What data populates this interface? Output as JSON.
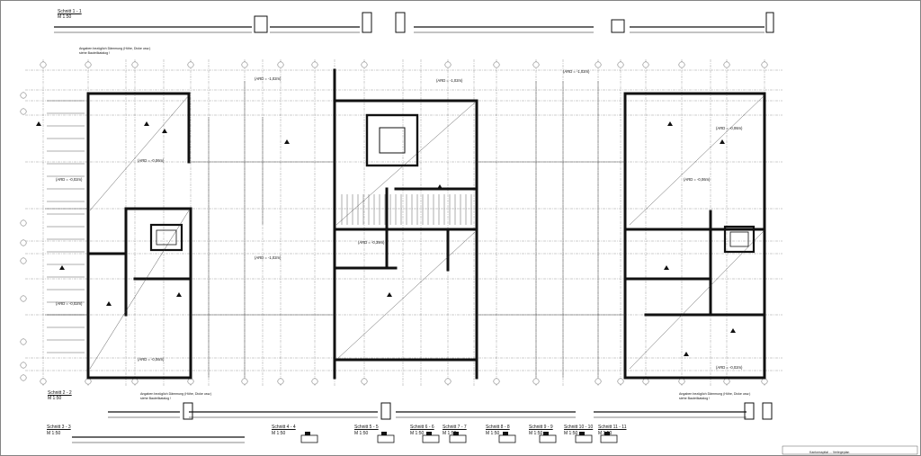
{
  "sections": {
    "s1": {
      "title": "Schnitt 1 - 1",
      "scale": "M 1:50"
    },
    "s2": {
      "title": "Schnitt 2 - 2",
      "scale": "M 1:50"
    },
    "s3": {
      "title": "Schnitt 3 - 3",
      "scale": "M 1:50"
    },
    "s4": {
      "title": "Schnitt 4 - 4",
      "scale": "M 1:50"
    },
    "s5": {
      "title": "Schnitt 5 - 5",
      "scale": "M 1:50"
    },
    "s6": {
      "title": "Schnitt 6 - 6",
      "scale": "M 1:50"
    },
    "s7": {
      "title": "Schnitt 7 - 7",
      "scale": "M 1:50"
    },
    "s8": {
      "title": "Schnitt 8 - 8",
      "scale": "M 1:50"
    },
    "s9": {
      "title": "Schnitt 9 - 9",
      "scale": "M 1:50"
    },
    "s10": {
      "title": "Schnitt 10 - 10",
      "scale": "M 1:50"
    },
    "s11": {
      "title": "Schnitt 11 - 11",
      "scale": "M 1:50"
    }
  },
  "notes": {
    "angabe": "Angaben bezüglich Dämmung (Höhe, Dicke usw.)",
    "siehe": "siehe Bauteilkatalog !"
  },
  "levels": {
    "l1": "(ARD = -0,02m)",
    "l2": "(ARD = -0,06m)",
    "l3": "(ARD = -0,02m)",
    "l4": "(ARD = -0,06m)",
    "l5": "(ARD = -1,02m)",
    "l6": "(ARD = -1,02m)",
    "l7": "(ARD = -0,39m)",
    "l8": "(ARD = -1,02m)",
    "l9": "(ARD = -1,02m)",
    "l10": "(ARD = -0,06m)",
    "l11": "(ARD = -0,06m)",
    "l12": "(ARD = -0,02m)"
  },
  "footer": "Kantonsspital ... Verlegeplan"
}
